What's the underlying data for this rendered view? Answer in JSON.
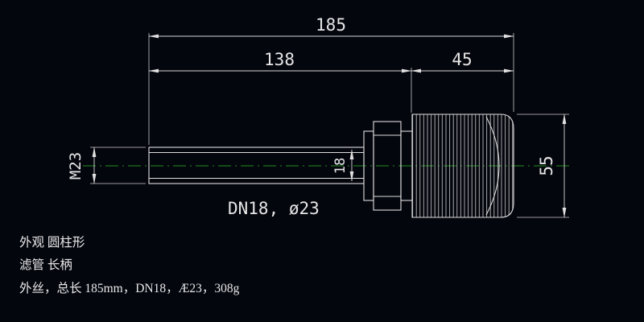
{
  "drawing": {
    "dims": {
      "total": "185",
      "body": "138",
      "thread": "45",
      "left_thread": "M23",
      "bore": "18",
      "height": "55",
      "callout": "DN18, ø23"
    },
    "notes": {
      "line1": "外观 圆柱形",
      "line2": "滤管 长柄",
      "line3": "外丝，总长 185mm，DN18，Æ23，308g"
    },
    "colors": {
      "background": "#04060e",
      "line": "#dedede",
      "centerline": "#1f8f1f",
      "text": "#e6e6e6"
    }
  }
}
